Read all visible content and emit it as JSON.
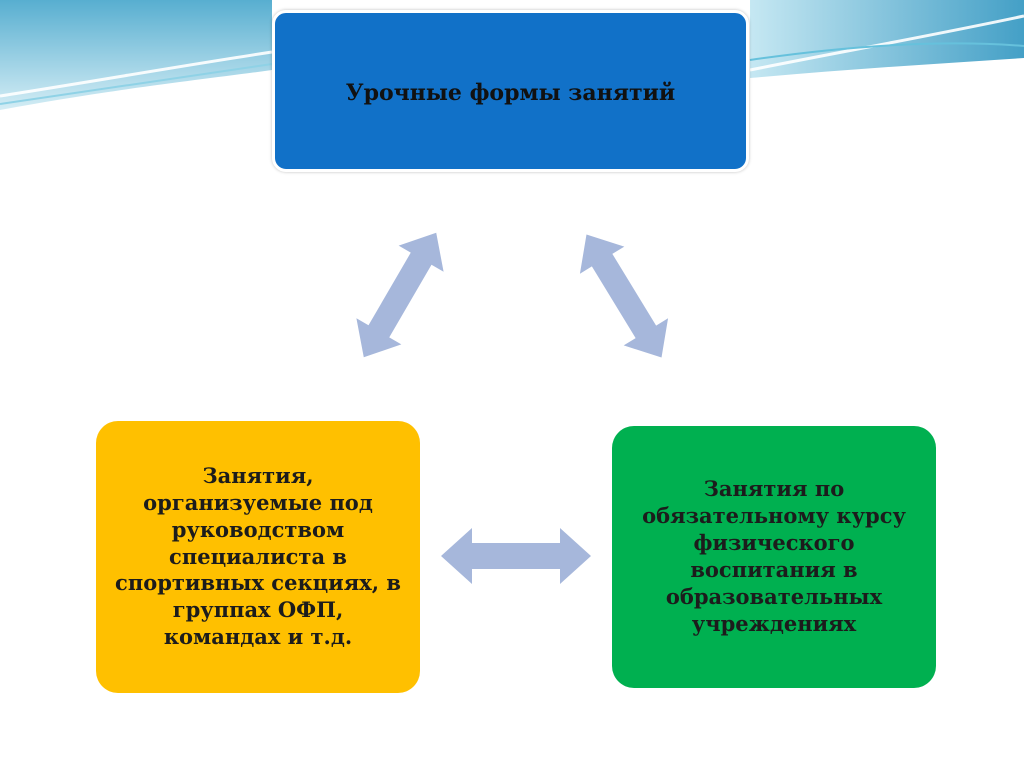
{
  "diagram": {
    "top_box": {
      "text": "Урочные формы занятий",
      "color": "#1171c8"
    },
    "left_box": {
      "lines": [
        "Занятия,",
        "организуемые под",
        "руководством",
        "специалиста в",
        "спортивных секциях, в",
        "группах ОФП,",
        "командах и т.д."
      ],
      "color": "#ffc000"
    },
    "right_box": {
      "lines": [
        "Занятия по",
        "обязательному курсу",
        "физического",
        "воспитания в",
        "образовательных",
        "учреждениях"
      ],
      "color": "#00b050"
    },
    "connectors": [
      "top-left",
      "top-right",
      "left-right"
    ],
    "connector_color": "#a6b7db"
  }
}
